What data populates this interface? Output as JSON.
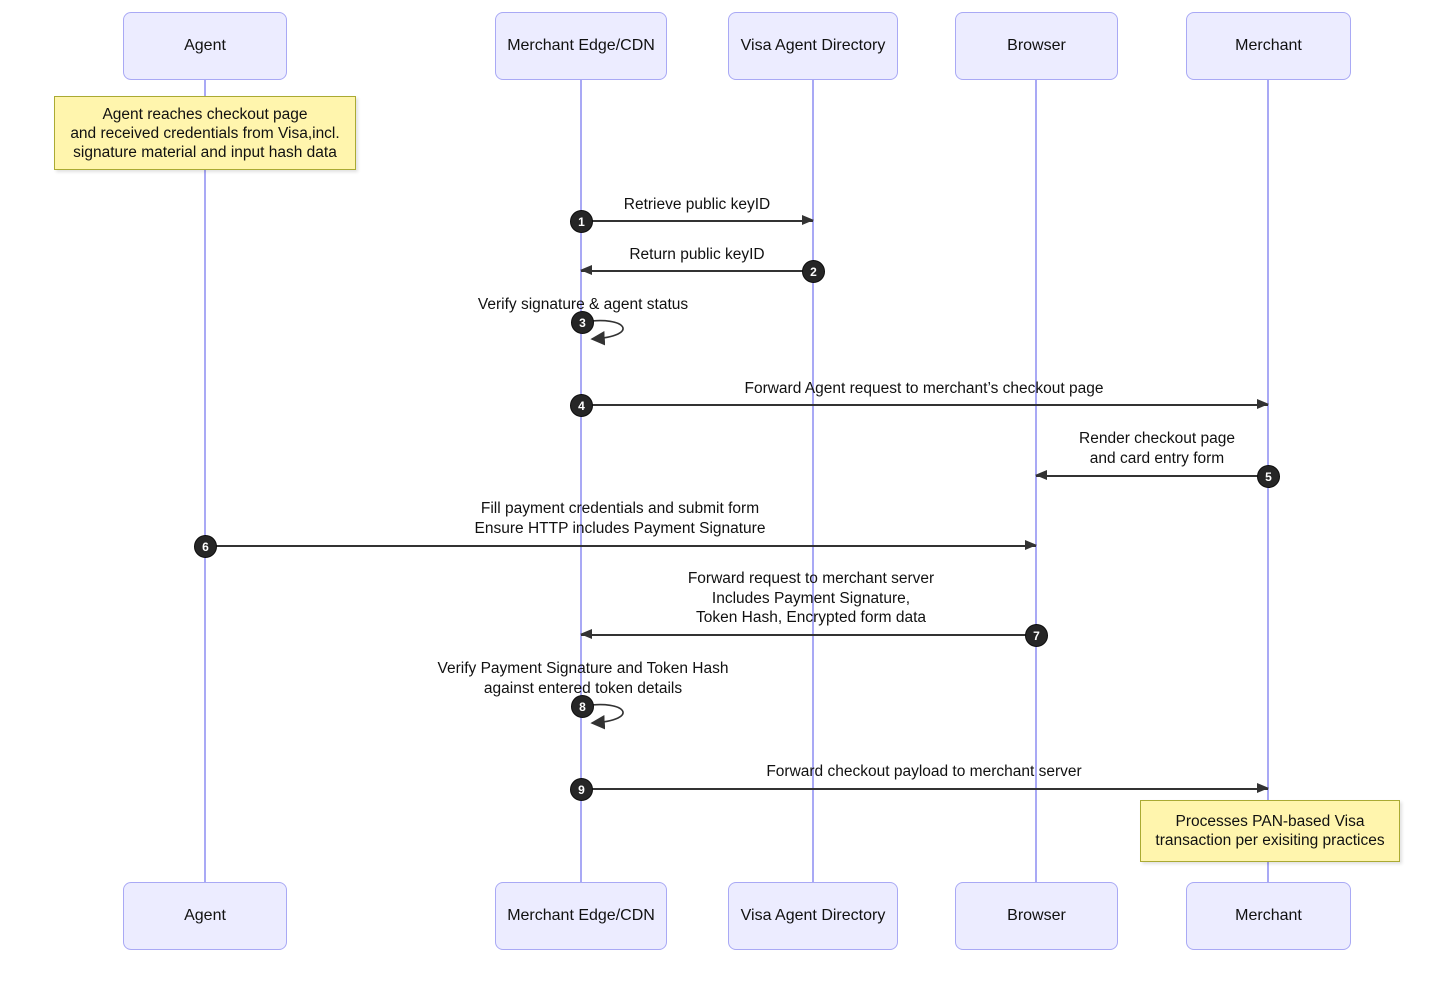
{
  "diagram": {
    "type": "sequence-diagram",
    "actors": [
      {
        "label": "Agent"
      },
      {
        "label": "Merchant Edge/CDN"
      },
      {
        "label": "Visa Agent Directory"
      },
      {
        "label": "Browser"
      },
      {
        "label": "Merchant"
      }
    ],
    "notes": [
      {
        "attached_to": "Agent",
        "text": "Agent reaches checkout page\nand received credentials from Visa,incl.\nsignature material and input hash data"
      },
      {
        "attached_to": "Merchant",
        "text": "Processes PAN-based Visa\ntransaction per exisiting practices"
      }
    ],
    "messages": [
      {
        "num": "1",
        "from": "Merchant Edge/CDN",
        "to": "Visa Agent Directory",
        "kind": "arrow",
        "text": "Retrieve public keyID"
      },
      {
        "num": "2",
        "from": "Visa Agent Directory",
        "to": "Merchant Edge/CDN",
        "kind": "arrow",
        "text": "Return public keyID"
      },
      {
        "num": "3",
        "from": "Merchant Edge/CDN",
        "to": "Merchant Edge/CDN",
        "kind": "self-loop",
        "text": "Verify signature & agent status"
      },
      {
        "num": "4",
        "from": "Merchant Edge/CDN",
        "to": "Merchant",
        "kind": "arrow",
        "text": "Forward Agent request to merchant’s checkout page"
      },
      {
        "num": "5",
        "from": "Merchant",
        "to": "Browser",
        "kind": "arrow",
        "text": "Render checkout page\nand card entry form"
      },
      {
        "num": "6",
        "from": "Agent",
        "to": "Browser",
        "kind": "arrow",
        "text": "Fill payment credentials and submit form\nEnsure HTTP includes Payment Signature"
      },
      {
        "num": "7",
        "from": "Browser",
        "to": "Merchant Edge/CDN",
        "kind": "arrow",
        "text": "Forward request to merchant server\nIncludes Payment Signature,\nToken Hash, Encrypted form data"
      },
      {
        "num": "8",
        "from": "Merchant Edge/CDN",
        "to": "Merchant Edge/CDN",
        "kind": "self-loop",
        "text": "Verify Payment Signature and Token Hash\nagainst entered token details"
      },
      {
        "num": "9",
        "from": "Merchant Edge/CDN",
        "to": "Merchant",
        "kind": "arrow",
        "text": "Forward checkout payload to merchant server"
      }
    ],
    "colors": {
      "actor_fill": "#ECECFF",
      "actor_border": "#A9A9F5",
      "lifeline": "#A9A9F5",
      "note_fill": "#FFF5AD",
      "note_border": "#AAAA33",
      "arrow": "#333333",
      "sequence_number_bg": "#262626",
      "sequence_number_text": "#FFFFFF"
    }
  }
}
